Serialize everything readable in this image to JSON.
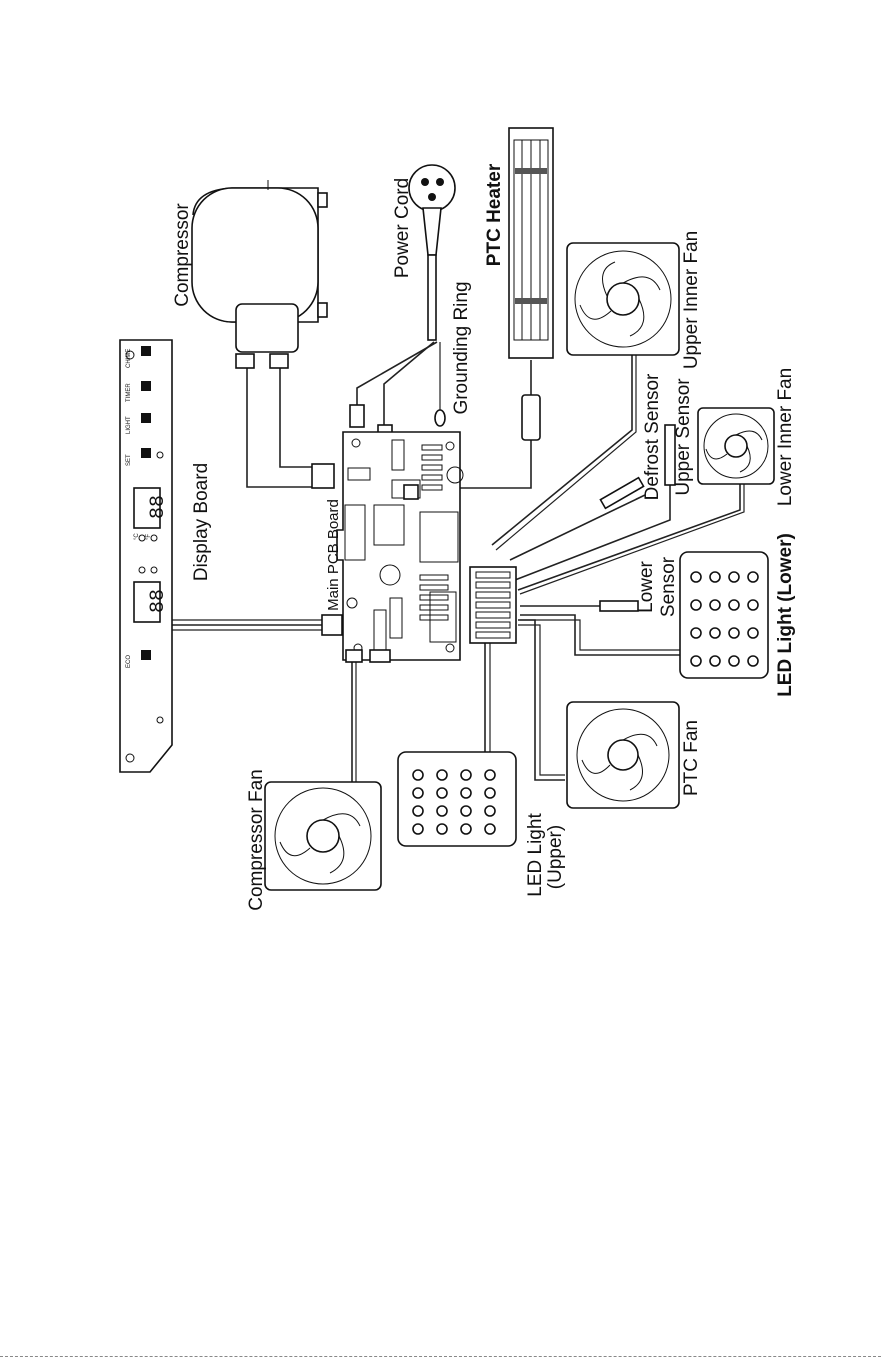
{
  "labels": {
    "compressor": "Compressor",
    "power_cord": "Power Cord",
    "ptc_heater": "PTC Heater",
    "upper_inner_fan": "Upper Inner Fan",
    "grounding_ring": "Grounding Ring",
    "display_board": "Display Board",
    "main_pcb_board": "Main PCB Board",
    "defrost_sensor": "Defrost Sensor",
    "upper_sensor": "Upper Sensor",
    "lower_inner_fan": "Lower Inner Fan",
    "lower_sensor_1": "Lower",
    "lower_sensor_2": "Sensor",
    "led_light_lower": "LED Light (Lower)",
    "compressor_fan": "Compressor Fan",
    "ptc_fan": "PTC Fan",
    "led_light_upper_1": "LED Light",
    "led_light_upper_2": "(Upper)"
  },
  "display_board": {
    "buttons": [
      "CHIME",
      "TIMER",
      "LIGHT",
      "SET",
      "ECO"
    ],
    "units": [
      "°C",
      "°F"
    ]
  },
  "colors": {
    "line": "#111111",
    "background": "#ffffff"
  }
}
